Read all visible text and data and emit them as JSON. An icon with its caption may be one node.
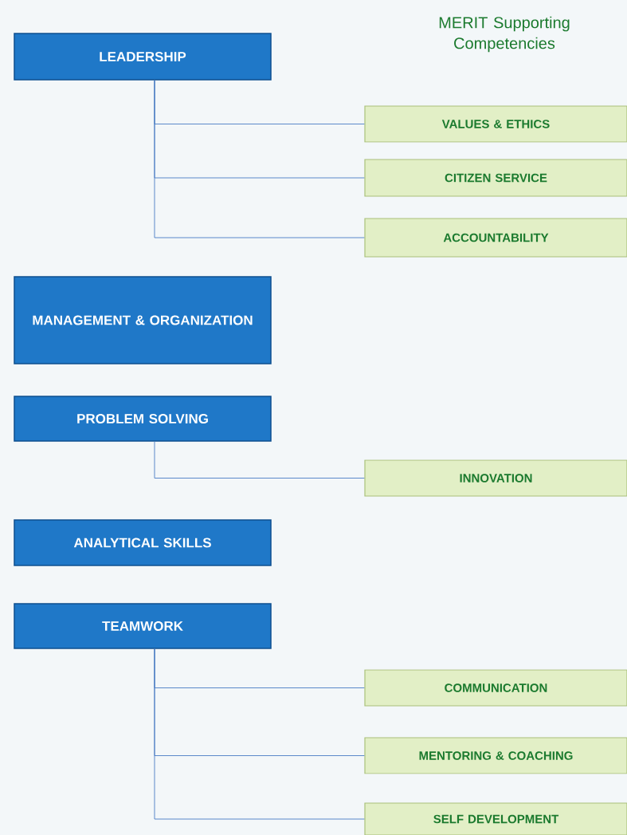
{
  "diagram": {
    "title": "MERIT Supporting Competencies",
    "nodes": [
      {
        "text": [
          "LEADERSHIP"
        ]
      },
      {
        "text": [
          "VALUES & ETHICS"
        ]
      },
      {
        "text": [
          "CITIZEN SERVICE"
        ]
      },
      {
        "text": [
          "ACCOUNTABILITY"
        ]
      },
      {
        "text": [
          "MANAGEMENT & ORGANIZATION"
        ]
      },
      {
        "text": [
          "PROBLEM SOLVING"
        ]
      },
      {
        "text": [
          "INNOVATION"
        ]
      },
      {
        "text": [
          "ANALYTICAL SKILLS"
        ]
      },
      {
        "text": [
          "TEAMWORK"
        ]
      },
      {
        "text": [
          "COMMUNICATION"
        ]
      },
      {
        "text": [
          "MENTORING & COACHING"
        ]
      },
      {
        "text": [
          "SELF DEVELOPMENT"
        ]
      }
    ],
    "edges": [
      {
        "from": 0,
        "to": 1,
        "arrow": "none"
      },
      {
        "from": 0,
        "to": 2,
        "arrow": "none"
      },
      {
        "from": 0,
        "to": 3,
        "arrow": "none"
      },
      {
        "from": 5,
        "to": 6,
        "arrow": "none"
      },
      {
        "from": 8,
        "to": 9,
        "arrow": "none"
      },
      {
        "from": 8,
        "to": 10,
        "arrow": "none"
      },
      {
        "from": 8,
        "to": 11,
        "arrow": "none"
      }
    ]
  }
}
